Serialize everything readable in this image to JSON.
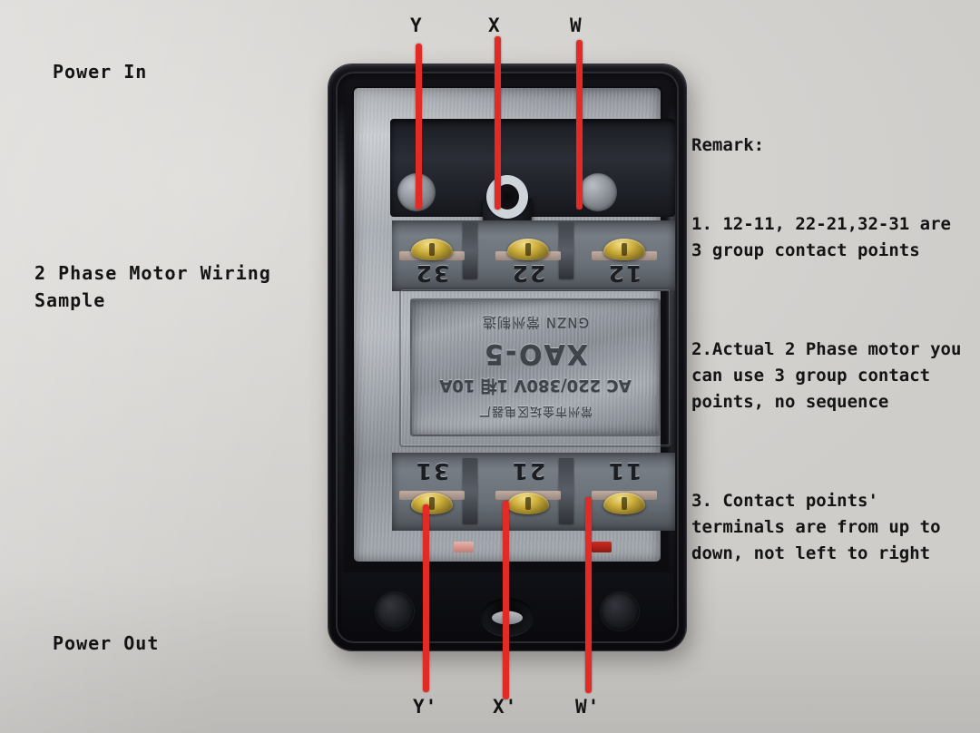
{
  "image": {
    "subject": "2 Phase Motor Wiring Sample — relay contact block annotated photo",
    "background_color": "#d8d6d3",
    "annotation_color": "#e02b26"
  },
  "annotations": {
    "power_in": "Power In",
    "power_out": "Power Out",
    "wiring_sample_line1": "2 Phase Motor Wiring",
    "wiring_sample_line2": "Sample"
  },
  "top_leads": [
    {
      "label": "Y",
      "terminal": "32"
    },
    {
      "label": "X",
      "terminal": "22"
    },
    {
      "label": "W",
      "terminal": "12"
    }
  ],
  "bottom_leads": [
    {
      "label": "Y'",
      "terminal": "31"
    },
    {
      "label": "X'",
      "terminal": "21"
    },
    {
      "label": "W'",
      "terminal": "11"
    }
  ],
  "device": {
    "nameplate": {
      "brand_cn": "常州市金坛区电器厂",
      "spec": "AC 220/380V 1相 10A",
      "model": "XAO-5",
      "maker": "GNZN 常州制造"
    }
  },
  "remark": {
    "title": "Remark:",
    "items": [
      "1. 12-11, 22-21,32-31 are\n3 group contact points",
      "2.Actual 2 Phase motor you\ncan use 3 group contact\npoints, no sequence",
      "3. Contact points'\nterminals are from up to\ndown, not left to right"
    ]
  }
}
